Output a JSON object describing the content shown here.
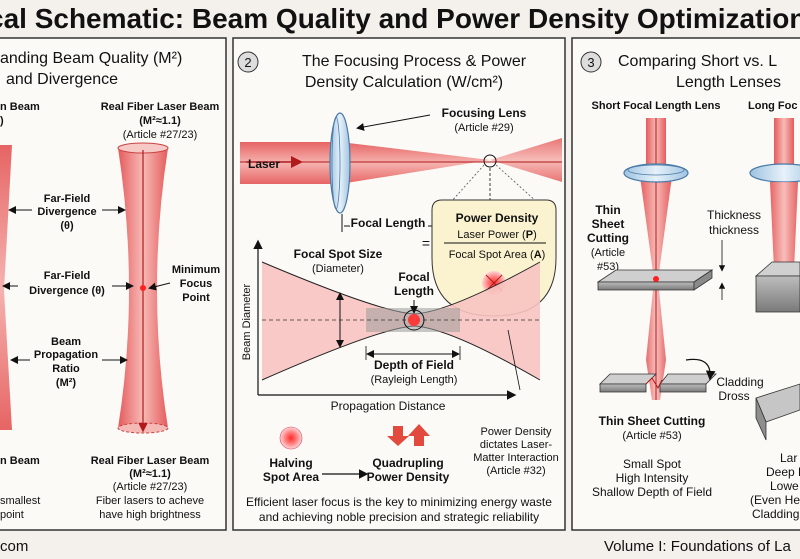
{
  "title": "cal Schematic: Beam Quality and Power Density Optimization (Artic",
  "panel1": {
    "heading_line1": "anding Beam Quality (M²)",
    "heading_line2": "and Divergence",
    "left_top_label1": "n Beam",
    "left_top_label2": ")",
    "real_beam_top": "Real Fiber Laser Beam",
    "real_beam_top_m2": "(M²≈1.1)",
    "real_beam_top_article": "(Article #27/23)",
    "far_field_1": "Far-Field",
    "far_field_1b": "Divergence",
    "far_field_1c": "(θ)",
    "far_field_2": "Far-Field",
    "far_field_2b": "Divergence (θ)",
    "min_focus_1": "Minimum",
    "min_focus_2": "Focus",
    "min_focus_3": "Point",
    "beam_prop_1": "Beam",
    "beam_prop_2": "Propagation",
    "beam_prop_3": "Ratio",
    "beam_prop_4": "(M²)",
    "left_bottom_label": "n Beam",
    "left_bottom_2": "smallest",
    "left_bottom_3": "point",
    "real_beam_bottom": "Real Fiber Laser Beam",
    "real_beam_bottom_m2": "(M²≈1.1)",
    "real_beam_bottom_article": "(Article #27/23)",
    "bottom_note_1": "Fiber lasers to acheve",
    "bottom_note_2": "have high brightness"
  },
  "panel2": {
    "number": "2",
    "heading_line1": "The Focusing Process & Power",
    "heading_line2": "Density Calculation (W/cm²)",
    "focusing_lens": "Focusing Lens",
    "focusing_lens_article": "(Article #29)",
    "laser": "Laser",
    "focal_length_top": "Focal Length",
    "formula_title": "Power Density",
    "formula_eq": "=",
    "formula_numerator_a": "Laser Power (",
    "formula_numerator_b": "P",
    "formula_numerator_c": ")",
    "formula_denominator_a": "Focal Spot Area (",
    "formula_denominator_b": "A",
    "formula_denominator_c": ")",
    "focal_spot_size": "Focal Spot Size",
    "focal_spot_size_sub": "(Diameter)",
    "focal_length_graph_1": "Focal",
    "focal_length_graph_2": "Length",
    "y_axis": "Beam Diameter",
    "x_axis": "Propagation Distance",
    "depth_of_field": "Depth of Field",
    "rayleigh": "(Rayleigh Length)",
    "halving_1": "Halving",
    "halving_2": "Spot Area",
    "quad_1": "Quadrupling",
    "quad_2": "Power Density",
    "power_note_1": "Power Density",
    "power_note_2": "dictates Laser-",
    "power_note_3": "Matter Interaction",
    "power_note_4": "(Article #32)",
    "summary_1": "Efficient laser focus is the key to minimizing energy waste",
    "summary_2": "and achieving noble precision and strategic reliability"
  },
  "panel3": {
    "number": "3",
    "heading_line1": "Comparing Short vs. L",
    "heading_line2": "Length Lenses",
    "short_lens": "Short Focal Length Lens",
    "long_lens": "Long Foc",
    "thin_1": "Thin",
    "thin_2": "Sheet",
    "thin_3": "Cutting",
    "thin_4": "(Article",
    "thin_5": "#53)",
    "thickness_1": "Thickness",
    "thickness_2": "thickness",
    "cladding": "Cladding",
    "dross": "Dross",
    "thin_bottom": "Thin Sheet Cutting",
    "thin_bottom_article": "(Article #53)",
    "small_spot": "Small Spot",
    "high_intensity": "High Intensity",
    "shallow": "Shallow Depth of Field",
    "right_1": "Lar",
    "right_2": "Deep D",
    "right_3": "Lowe",
    "right_4": "(Even Hea",
    "right_5": "Cladding b"
  },
  "footer": {
    "left": "com",
    "right": "Volume I: Foundations of La"
  }
}
